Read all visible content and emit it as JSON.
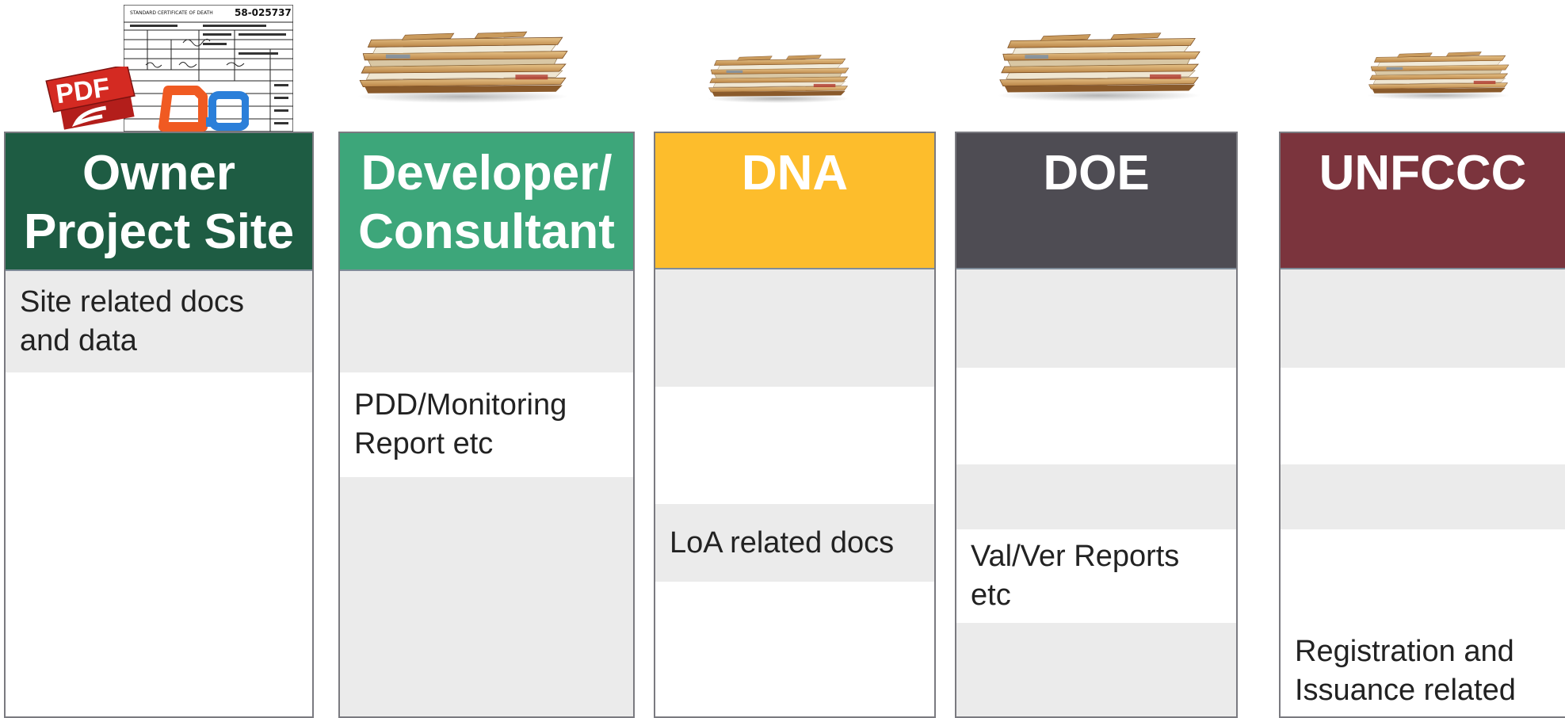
{
  "colors": {
    "owner": "#1e5c43",
    "developer": "#3da67a",
    "dna": "#fdbd2c",
    "doe": "#4e4c53",
    "unfccc": "#7b343d",
    "band_gray": "#ebebeb",
    "band_white": "#ffffff",
    "column_border": "#7a7a80"
  },
  "images": {
    "certificate_number": "58-025737",
    "certificate_title": "STANDARD CERTIFICATE OF DEATH",
    "pdf_icon_label": "PDF",
    "folder_stack": "paper-folder-stack-image"
  },
  "columns": [
    {
      "title_line1": "Owner",
      "title_line2": "Project Site",
      "doc_text": "Site related docs and data"
    },
    {
      "title_line1": "Developer/",
      "title_line2": "Consultant",
      "doc_text": "PDD/Monitoring Report etc"
    },
    {
      "title_line1": "DNA",
      "title_line2": "",
      "doc_text": "LoA related docs"
    },
    {
      "title_line1": "DOE",
      "title_line2": "",
      "doc_text": "Val/Ver Reports etc"
    },
    {
      "title_line1": "UNFCCC",
      "title_line2": "",
      "doc_text": "Registration and Issuance related"
    }
  ]
}
